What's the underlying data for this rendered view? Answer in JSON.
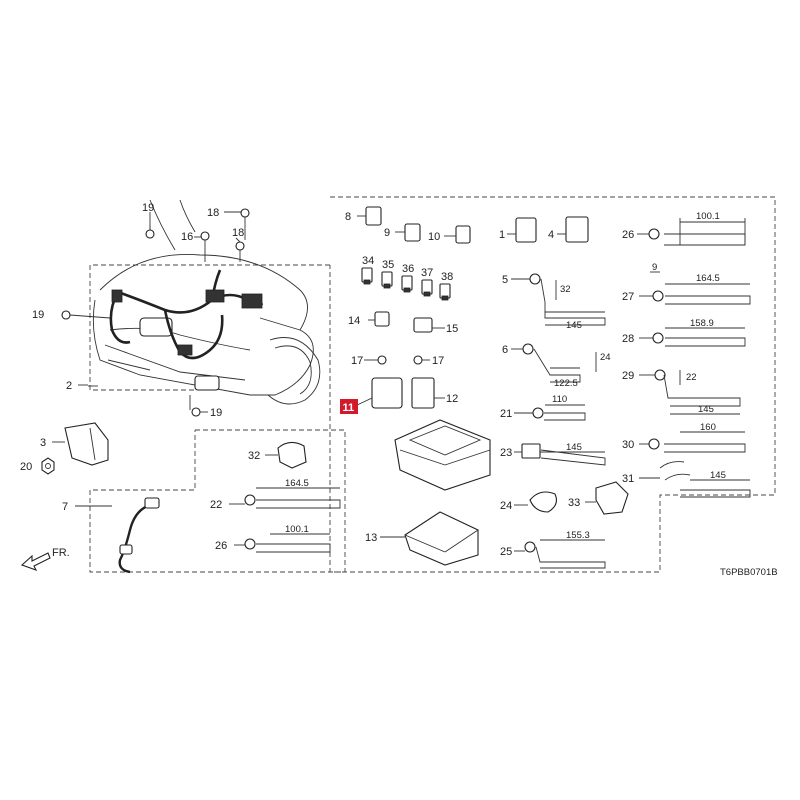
{
  "diagram": {
    "code": "T6PBB0701B",
    "direction_marker": "FR.",
    "highlighted_label": "11",
    "callouts": {
      "c1": "1",
      "c2": "2",
      "c3": "3",
      "c4": "4",
      "c5": "5",
      "c6": "6",
      "c7": "7",
      "c8": "8",
      "c9": "9",
      "c10": "10",
      "c12": "12",
      "c13": "13",
      "c14": "14",
      "c15": "15",
      "c16": "16",
      "c17a": "17",
      "c17b": "17",
      "c18a": "18",
      "c18b": "18",
      "c19a": "19",
      "c19b": "19",
      "c19c": "19",
      "c20": "20",
      "c21": "21",
      "c22": "22",
      "c23": "23",
      "c24": "24",
      "c25": "25",
      "c26a": "26",
      "c26b": "26",
      "c27": "27",
      "c28": "28",
      "c29": "29",
      "c30": "30",
      "c31": "31",
      "c32": "32",
      "c33": "33",
      "c34": "34",
      "c35": "35",
      "c36": "36",
      "c37": "37",
      "c38": "38"
    },
    "dimensions": {
      "d26a": "100.1",
      "d27": "164.5",
      "d27v": "9",
      "d28": "158.9",
      "d29v": "22",
      "d29": "145",
      "d30": "160",
      "d31": "145",
      "d5v": "32",
      "d5": "145",
      "d6v": "24",
      "d6": "122.5",
      "d21": "110",
      "d23": "145",
      "d25": "155.3",
      "d22": "164.5",
      "d26b": "100.1"
    }
  }
}
